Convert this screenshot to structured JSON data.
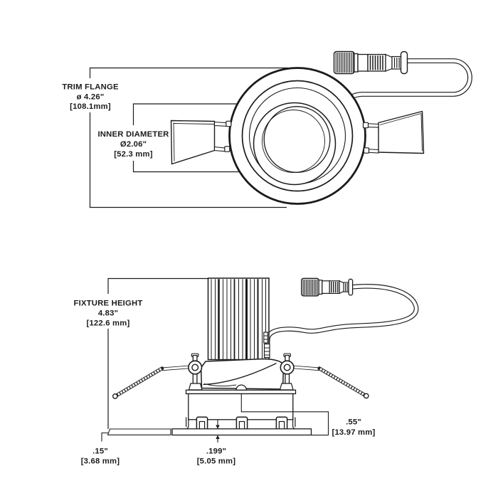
{
  "colors": {
    "ink": "#1b1b1b",
    "paper": "#ffffff"
  },
  "top_view": {
    "trim_flange": {
      "label": "TRIM FLANGE",
      "inches": "ø 4.26\"",
      "mm": "[108.1mm]"
    },
    "inner_diameter": {
      "label": "INNER DIAMETER",
      "inches": "Ø2.06\"",
      "mm": "[52.3 mm]"
    }
  },
  "side_view": {
    "fixture_height": {
      "label": "FIXTURE HEIGHT",
      "inches": "4.83\"",
      "mm": "[122.6 mm]"
    },
    "clip_stack": {
      "inches": ".55\"",
      "mm": "[13.97 mm]"
    },
    "flange_thickness": {
      "inches": ".199\"",
      "mm": "[5.05 mm]"
    },
    "flange_lip": {
      "inches": ".15\"",
      "mm": "[3.68 mm]"
    }
  }
}
